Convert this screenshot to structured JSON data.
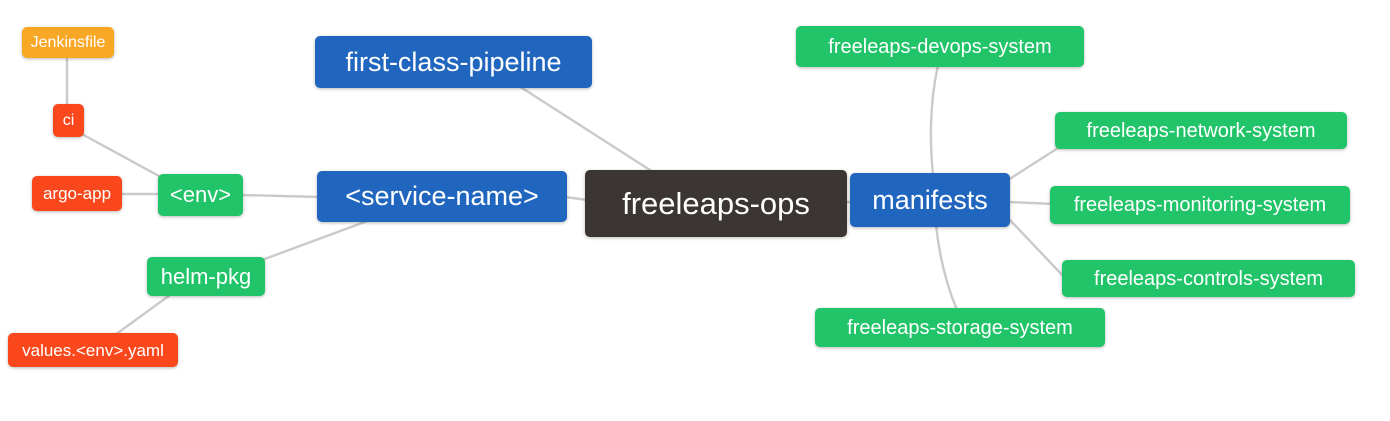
{
  "diagram": {
    "type": "mindmap",
    "background": "#ffffff",
    "edge_color": "#cacaca",
    "text_color": "#ffffff",
    "palette": {
      "root": "#3b3633",
      "branch_blue": "#2166be",
      "sub_green": "#21c468",
      "leaf_red": "#fa481c",
      "leaf_orange": "#f9a826"
    },
    "nodes": [
      {
        "id": "jenkinsfile",
        "label": "Jenkinsfile",
        "role": "leaf_orange",
        "color": "#f9a826"
      },
      {
        "id": "ci",
        "label": "ci",
        "role": "leaf_red",
        "color": "#fa481c"
      },
      {
        "id": "argo-app",
        "label": "argo-app",
        "role": "leaf_red",
        "color": "#fa481c"
      },
      {
        "id": "env",
        "label": "<env>",
        "role": "sub_green",
        "color": "#21c468"
      },
      {
        "id": "helm-pkg",
        "label": "helm-pkg",
        "role": "sub_green",
        "color": "#21c468"
      },
      {
        "id": "values-env-yaml",
        "label": "values.<env>.yaml",
        "role": "leaf_red",
        "color": "#fa481c"
      },
      {
        "id": "first-class-pipeline",
        "label": "first-class-pipeline",
        "role": "branch_blue",
        "color": "#2166be"
      },
      {
        "id": "service-name",
        "label": "<service-name>",
        "role": "branch_blue",
        "color": "#2166be"
      },
      {
        "id": "freeleaps-ops",
        "label": "freeleaps-ops",
        "role": "root",
        "color": "#3b3633"
      },
      {
        "id": "manifests",
        "label": "manifests",
        "role": "branch_blue",
        "color": "#2166be"
      },
      {
        "id": "freeleaps-devops-system",
        "label": "freeleaps-devops-system",
        "role": "sub_green",
        "color": "#21c468"
      },
      {
        "id": "freeleaps-network-system",
        "label": "freeleaps-network-system",
        "role": "sub_green",
        "color": "#21c468"
      },
      {
        "id": "freeleaps-monitoring-system",
        "label": "freeleaps-monitoring-system",
        "role": "sub_green",
        "color": "#21c468"
      },
      {
        "id": "freeleaps-controls-system",
        "label": "freeleaps-controls-system",
        "role": "sub_green",
        "color": "#21c468"
      },
      {
        "id": "freeleaps-storage-system",
        "label": "freeleaps-storage-system",
        "role": "sub_green",
        "color": "#21c468"
      }
    ],
    "edges": [
      {
        "from": "jenkinsfile",
        "to": "ci"
      },
      {
        "from": "ci",
        "to": "env"
      },
      {
        "from": "argo-app",
        "to": "env"
      },
      {
        "from": "env",
        "to": "service-name"
      },
      {
        "from": "helm-pkg",
        "to": "service-name"
      },
      {
        "from": "values-env-yaml",
        "to": "helm-pkg"
      },
      {
        "from": "first-class-pipeline",
        "to": "freeleaps-ops"
      },
      {
        "from": "service-name",
        "to": "freeleaps-ops"
      },
      {
        "from": "freeleaps-ops",
        "to": "manifests"
      },
      {
        "from": "manifests",
        "to": "freeleaps-devops-system"
      },
      {
        "from": "manifests",
        "to": "freeleaps-network-system"
      },
      {
        "from": "manifests",
        "to": "freeleaps-monitoring-system"
      },
      {
        "from": "manifests",
        "to": "freeleaps-controls-system"
      },
      {
        "from": "manifests",
        "to": "freeleaps-storage-system"
      }
    ]
  }
}
